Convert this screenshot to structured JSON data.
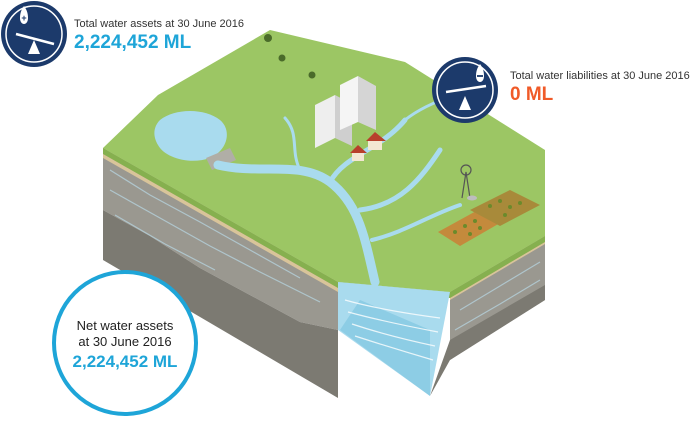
{
  "assets": {
    "label": "Total water assets at 30 June 2016",
    "value": "2,224,452 ML",
    "color": "#1ea5d8",
    "icon": "balance-scale-plus-icon"
  },
  "liabilities": {
    "label": "Total water liabilities at 30 June 2016",
    "value": "0 ML",
    "color": "#f05a28",
    "icon": "balance-scale-minus-icon"
  },
  "net": {
    "line1": "Net water assets",
    "line2": "at 30 June 2016",
    "value": "2,224,452 ML",
    "color": "#1ea5d8"
  },
  "colors": {
    "badge": "#1c3a6b",
    "grass": "#9cc664",
    "water": "#a9dbee",
    "rock": "#8f8e86",
    "soil": "#d9c49a"
  }
}
